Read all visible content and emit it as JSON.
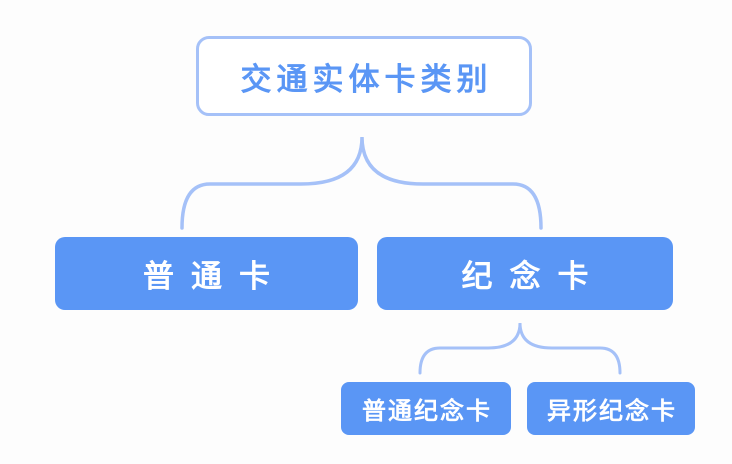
{
  "diagram": {
    "root": {
      "label": "交通实体卡类别"
    },
    "branches": [
      {
        "label": "普通卡",
        "children": []
      },
      {
        "label": "纪念卡",
        "children": [
          {
            "label": "普通纪念卡"
          },
          {
            "label": "异形纪念卡"
          }
        ]
      }
    ]
  },
  "colors": {
    "node-fill": "#5A96F5",
    "node-text": "#FFFFFF",
    "outline": "#A5C1F8",
    "root-text": "#5A96F5",
    "root-fill": "#FFFFFF",
    "bg": "#FDFDFD"
  }
}
